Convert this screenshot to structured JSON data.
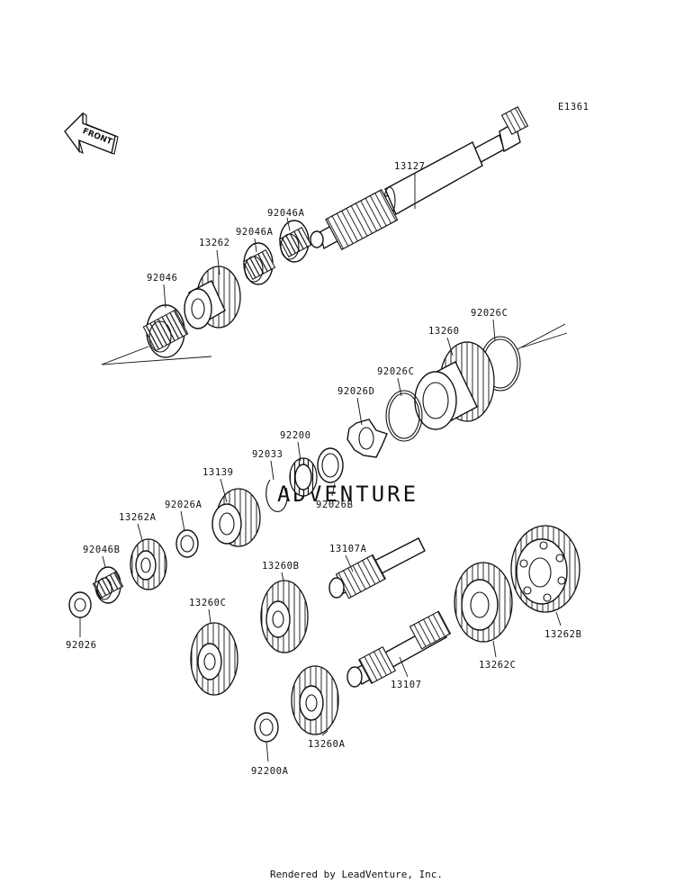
{
  "diagram_code": "E1361",
  "direction_label": "FRONT",
  "watermark": "ADVENTURE",
  "credit": "Rendered by LeadVenture, Inc.",
  "labels": {
    "p13127": "13127",
    "p92046A_1": "92046A",
    "p92046A_2": "92046A",
    "p13262": "13262",
    "p92046": "92046",
    "p13260": "13260",
    "p92026C_1": "92026C",
    "p92026C_2": "92026C",
    "p92026D": "92026D",
    "p92200": "92200",
    "p92033": "92033",
    "p92026B": "92026B",
    "p13139": "13139",
    "p92026A": "92026A",
    "p13262A": "13262A",
    "p92046B": "92046B",
    "p92026": "92026",
    "p13107A": "13107A",
    "p13260B": "13260B",
    "p13260C": "13260C",
    "p13107": "13107",
    "p13262C": "13262C",
    "p13262B": "13262B",
    "p13260A": "13260A",
    "p92200A": "92200A"
  }
}
